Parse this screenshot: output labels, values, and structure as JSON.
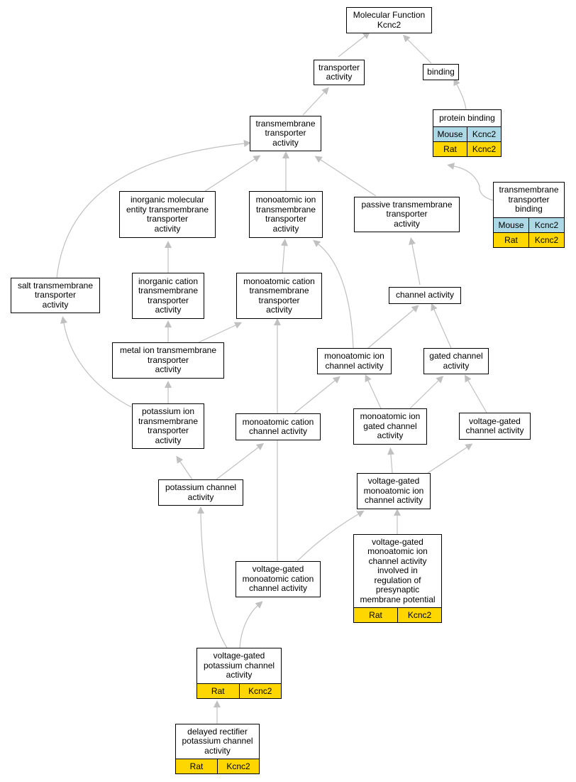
{
  "diagram": {
    "edge_color": "#c0c0c0",
    "species_colors": {
      "Mouse": "#add8e6",
      "Rat": "#ffd700"
    },
    "nodes": {
      "mf": {
        "label": "Molecular Function\nKcnc2"
      },
      "transporter_activity": {
        "label": "transporter\nactivity"
      },
      "binding": {
        "label": "binding"
      },
      "protein_binding": {
        "label": "protein binding",
        "rows": [
          [
            "Mouse",
            "Kcnc2"
          ],
          [
            "Rat",
            "Kcnc2"
          ]
        ]
      },
      "tm_transporter_activity": {
        "label": "transmembrane\ntransporter\nactivity"
      },
      "tm_transporter_binding": {
        "label": "transmembrane\ntransporter\nbinding",
        "rows": [
          [
            "Mouse",
            "Kcnc2"
          ],
          [
            "Rat",
            "Kcnc2"
          ]
        ]
      },
      "inorganic_mol_entity": {
        "label": "inorganic molecular\nentity transmembrane\ntransporter\nactivity"
      },
      "monoatomic_ion_tm": {
        "label": "monoatomic ion\ntransmembrane\ntransporter\nactivity"
      },
      "passive_tm": {
        "label": "passive transmembrane\ntransporter\nactivity"
      },
      "salt_tm": {
        "label": "salt transmembrane\ntransporter\nactivity"
      },
      "inorganic_cation_tm": {
        "label": "inorganic cation\ntransmembrane\ntransporter\nactivity"
      },
      "monoatomic_cation_tm": {
        "label": "monoatomic cation\ntransmembrane\ntransporter\nactivity"
      },
      "channel_activity": {
        "label": "channel activity"
      },
      "metal_ion_tm": {
        "label": "metal ion transmembrane\ntransporter\nactivity"
      },
      "monoatomic_ion_channel": {
        "label": "monoatomic ion\nchannel activity"
      },
      "gated_channel": {
        "label": "gated channel\nactivity"
      },
      "potassium_ion_tm": {
        "label": "potassium ion\ntransmembrane\ntransporter\nactivity"
      },
      "monoatomic_cation_channel": {
        "label": "monoatomic cation\nchannel activity"
      },
      "monoatomic_ion_gated": {
        "label": "monoatomic ion\ngated channel\nactivity"
      },
      "voltage_gated_channel": {
        "label": "voltage-gated\nchannel activity"
      },
      "potassium_channel": {
        "label": "potassium channel\nactivity"
      },
      "vg_monoatomic_ion_channel": {
        "label": "voltage-gated\nmonoatomic ion\nchannel activity"
      },
      "vg_presynaptic": {
        "label": "voltage-gated\nmonoatomic ion\nchannel activity\ninvolved in\nregulation of\npresynaptic\nmembrane potential",
        "rows": [
          [
            "Rat",
            "Kcnc2"
          ]
        ]
      },
      "vg_monoatomic_cation": {
        "label": "voltage-gated\nmonoatomic cation\nchannel activity"
      },
      "vg_potassium": {
        "label": "voltage-gated\npotassium channel\nactivity",
        "rows": [
          [
            "Rat",
            "Kcnc2"
          ]
        ]
      },
      "delayed_rectifier": {
        "label": "delayed rectifier\npotassium channel\nactivity",
        "rows": [
          [
            "Rat",
            "Kcnc2"
          ]
        ]
      }
    }
  }
}
